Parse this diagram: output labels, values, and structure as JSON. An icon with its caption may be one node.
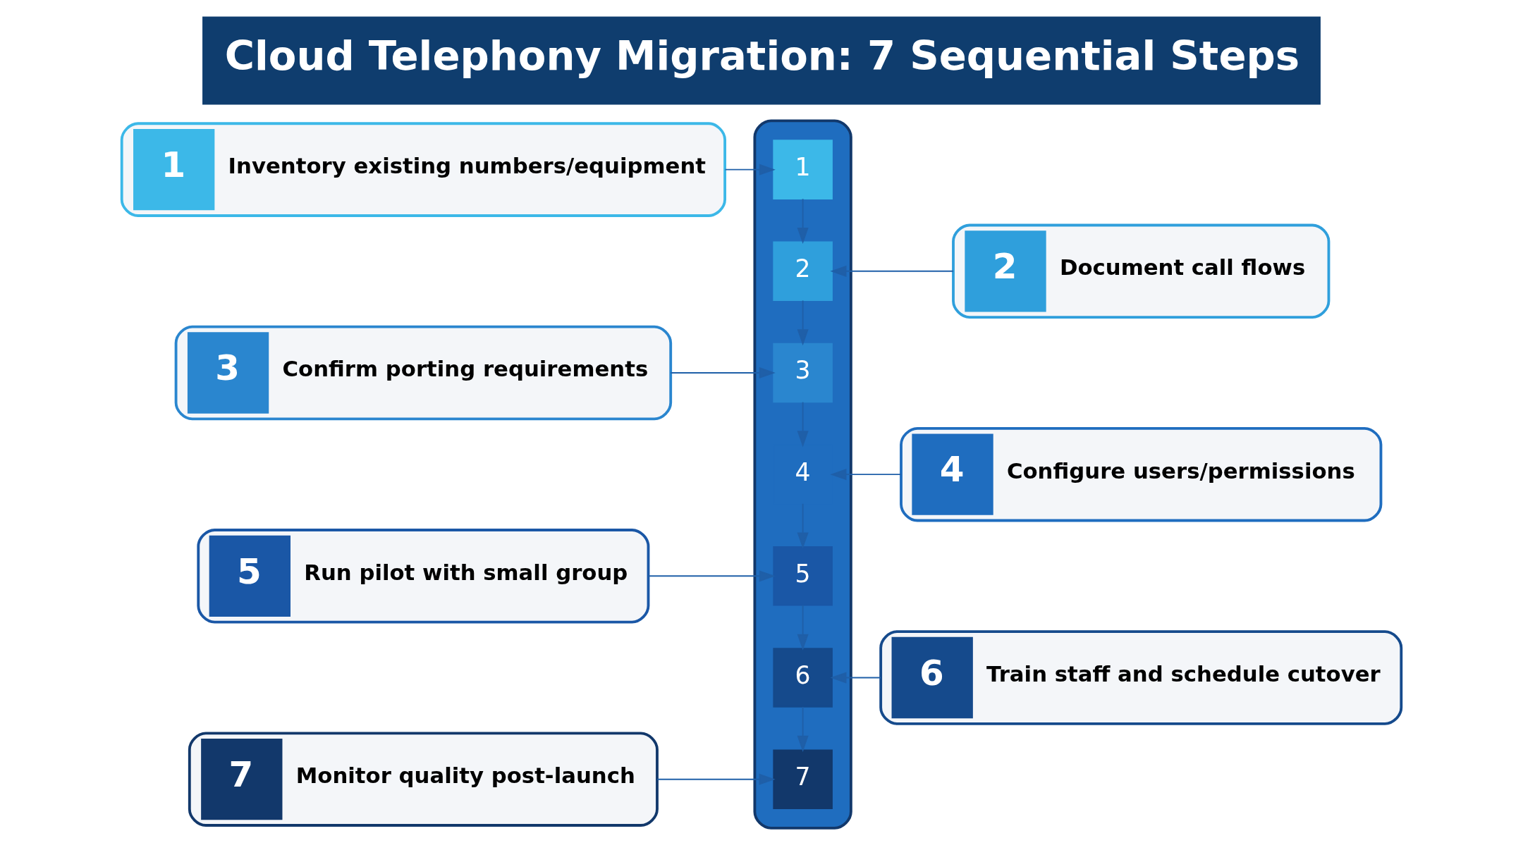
{
  "diagram": {
    "title": "Cloud Telephony Migration: 7 Sequential Steps",
    "nodes": [
      {
        "text": [
          "1",
          "Inventory existing numbers/equipment"
        ]
      },
      {
        "text": [
          "2",
          "Document call flows"
        ]
      },
      {
        "text": [
          "3",
          "Confirm porting requirements"
        ]
      },
      {
        "text": [
          "4",
          "Configure users/permissions"
        ]
      },
      {
        "text": [
          "5",
          "Run pilot with small group"
        ]
      },
      {
        "text": [
          "6",
          "Train staff and schedule cutover"
        ]
      },
      {
        "text": [
          "7",
          "Monitor quality post-launch"
        ]
      },
      {
        "text": [],
        "shape": "bar"
      },
      {
        "text": [
          "1"
        ],
        "in": 7
      },
      {
        "text": [
          "2"
        ],
        "in": 7
      },
      {
        "text": [
          "3"
        ],
        "in": 7
      },
      {
        "text": [
          "4"
        ],
        "in": 7
      },
      {
        "text": [
          "5"
        ],
        "in": 7
      },
      {
        "text": [
          "6"
        ],
        "in": 7
      },
      {
        "text": [
          "7"
        ],
        "in": 7
      }
    ],
    "edges": [
      {
        "from": 0,
        "to": 8,
        "arrow": "to"
      },
      {
        "from": 1,
        "to": 9,
        "arrow": "to"
      },
      {
        "from": 2,
        "to": 10,
        "arrow": "to"
      },
      {
        "from": 3,
        "to": 11,
        "arrow": "to"
      },
      {
        "from": 4,
        "to": 12,
        "arrow": "to"
      },
      {
        "from": 5,
        "to": 13,
        "arrow": "to"
      },
      {
        "from": 6,
        "to": 14,
        "arrow": "to"
      },
      {
        "from": 8,
        "to": 9,
        "arrow": "to"
      },
      {
        "from": 9,
        "to": 10,
        "arrow": "to"
      },
      {
        "from": 10,
        "to": 11,
        "arrow": "to"
      },
      {
        "from": 11,
        "to": 12,
        "arrow": "to"
      },
      {
        "from": 12,
        "to": 13,
        "arrow": "to"
      },
      {
        "from": 13,
        "to": 14,
        "arrow": "to"
      }
    ]
  }
}
